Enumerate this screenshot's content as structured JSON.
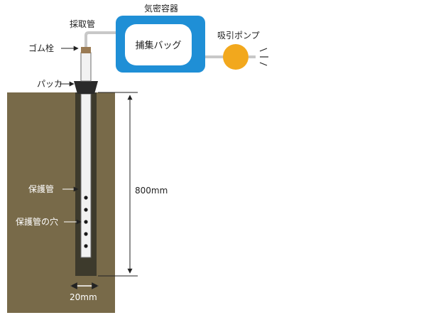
{
  "labels": {
    "sampling_tube": "採取管",
    "airtight_container": "気密容器",
    "capture_bag": "捕集バッグ",
    "suction_pump": "吸引ポンプ",
    "rubber_stopper": "ゴム栓",
    "packer": "パッカ",
    "protective_pipe": "保護管",
    "protective_pipe_holes": "保護管の穴",
    "depth": "800mm",
    "diameter": "20mm"
  },
  "colors": {
    "soil": "#786a49",
    "borehole": "#3d3a2c",
    "container": "#1f8fd6",
    "bag": "#ffffff",
    "pump": "#f2a81d",
    "tube": "#c8c8c8",
    "pipe_fill": "#f2f2f2",
    "stopper": "#9a7b54",
    "packer": "#2a2a2a",
    "line": "#222222"
  },
  "icons": {
    "pump": "circle",
    "exhaust": "exhaust-lines-icon",
    "dimension": "double-arrow-icon"
  }
}
